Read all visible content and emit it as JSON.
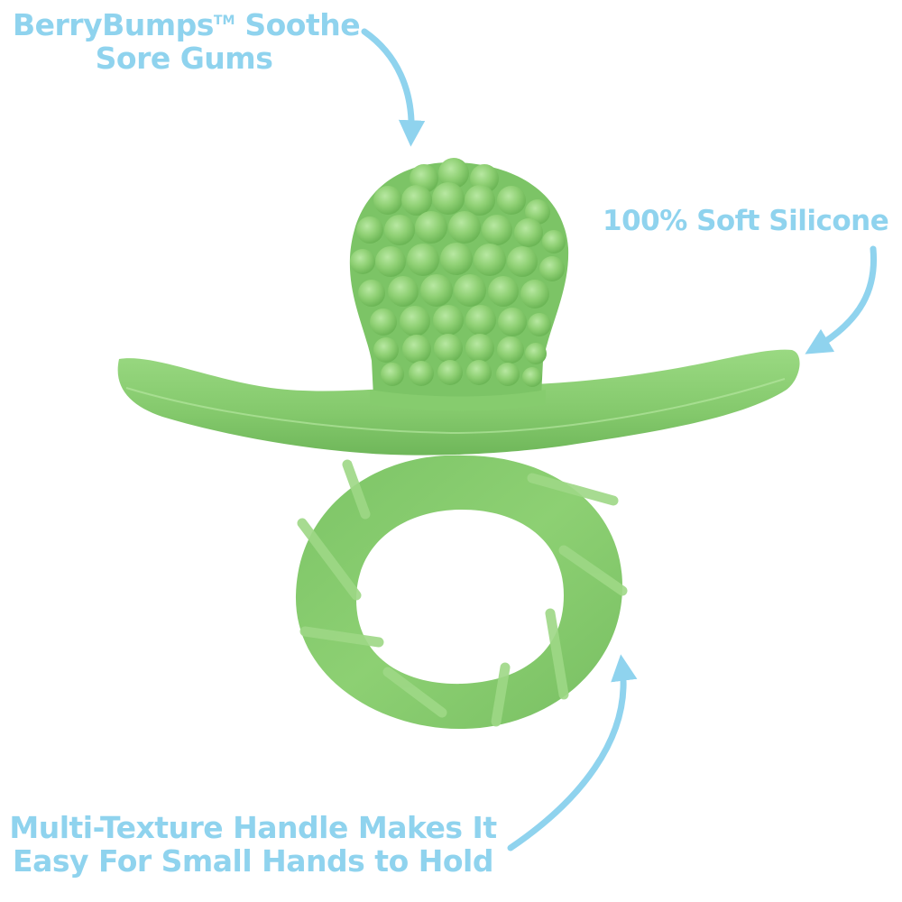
{
  "callouts": {
    "berry_bumps": {
      "line1_a": "BerryBumps",
      "trademark": "TM",
      "line1_b": " Soothe",
      "line2": "Sore Gums"
    },
    "silicone": {
      "text": "100% Soft Silicone"
    },
    "handle": {
      "line1": "Multi-Texture Handle Makes It",
      "line2": "Easy For Small Hands to Hold"
    }
  },
  "colors": {
    "callout_blue": "#8fd3ee",
    "teether_green": "#86cc6e",
    "teether_shadow": "#6fb85a",
    "teether_highlight": "#a6de8f",
    "background": "#ffffff"
  },
  "product": {
    "name": "BerryBumps teether",
    "parts": [
      "berry-bump-nipple",
      "shield",
      "ring-handle"
    ]
  }
}
